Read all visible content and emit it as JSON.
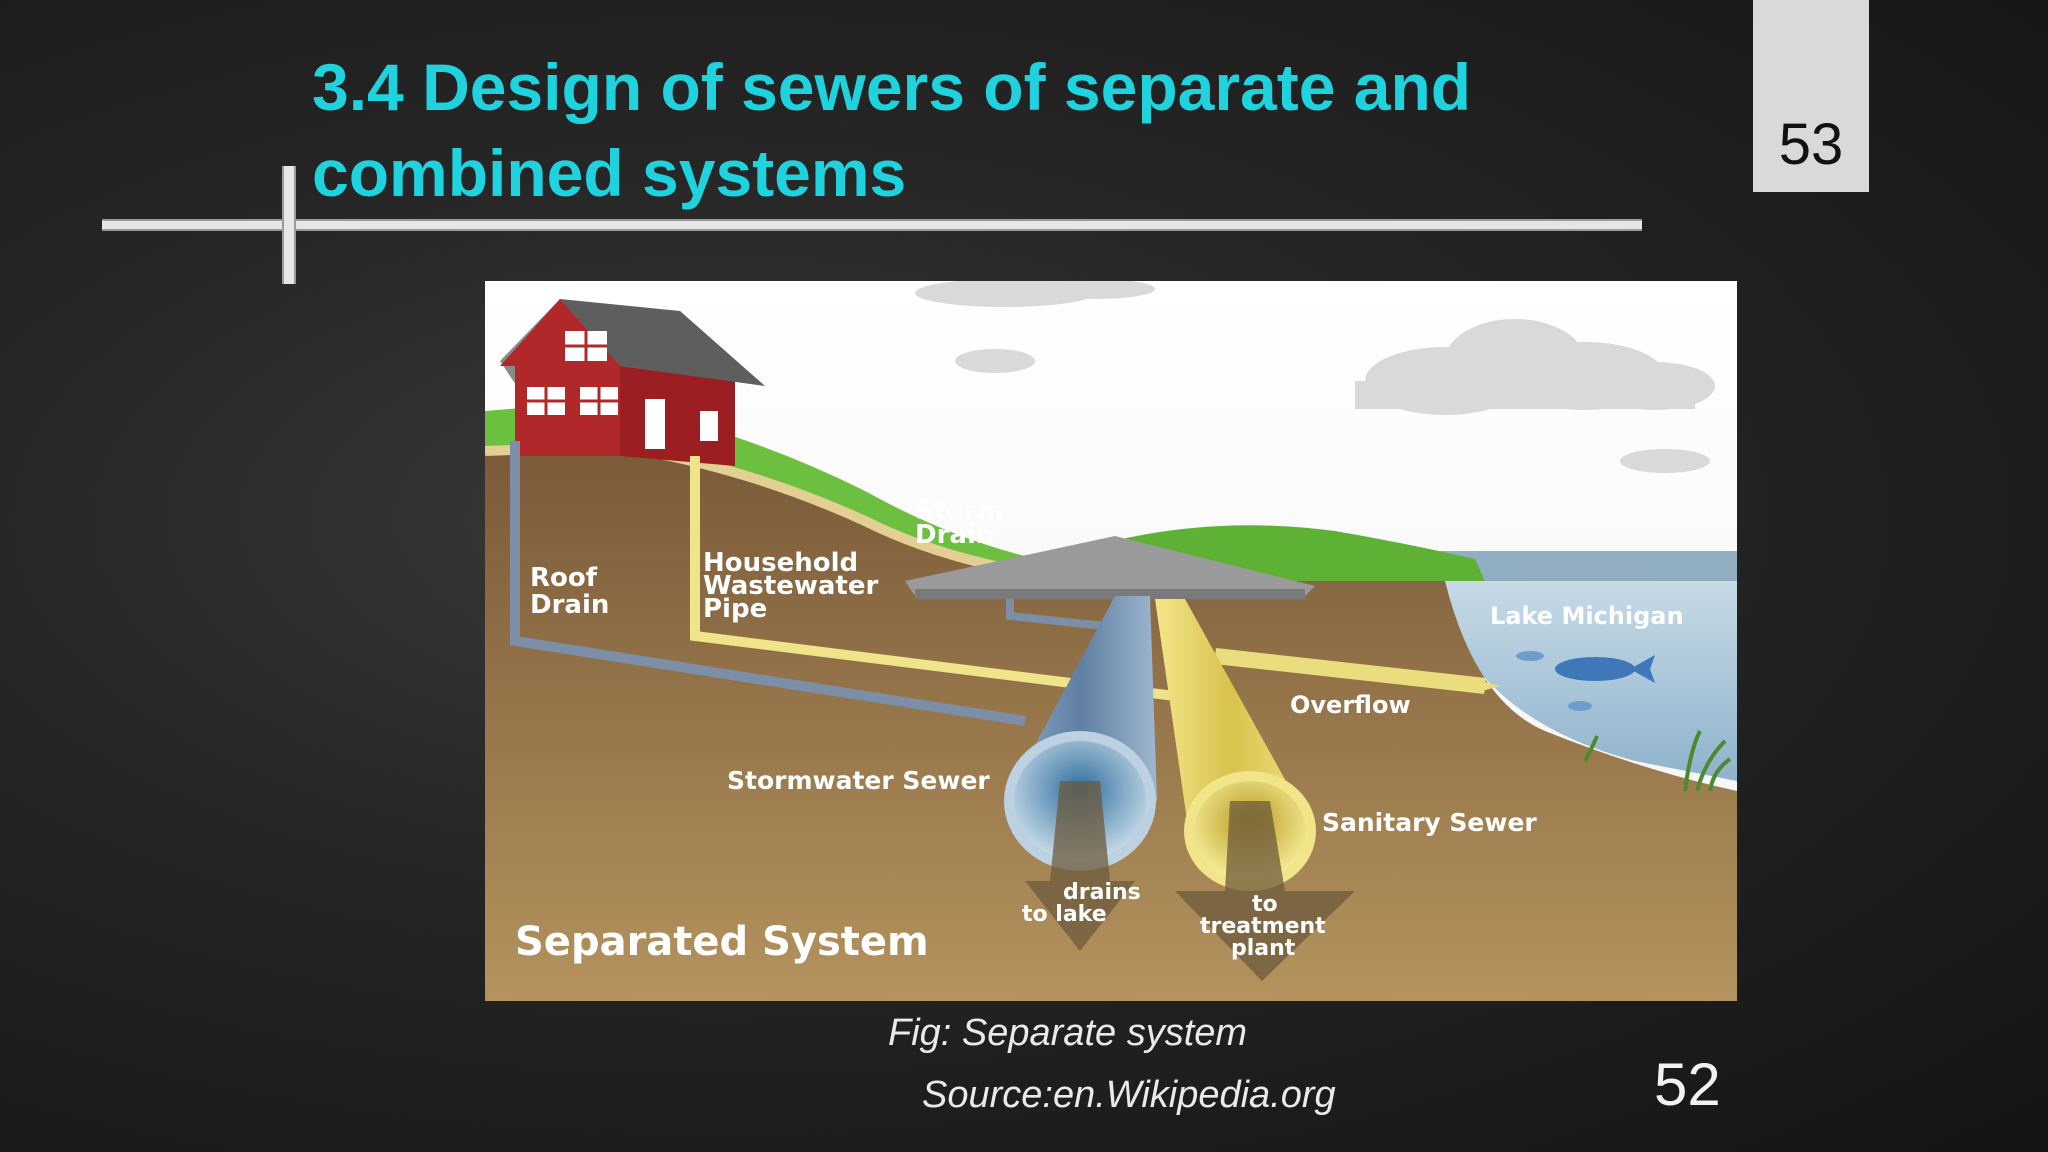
{
  "slide": {
    "title_line1": "3.4 Design of sewers of separate and",
    "title_line2": "combined systems",
    "page_box_number": "53",
    "page_number": "52",
    "caption": "Fig: Separate system",
    "source": "Source:en.Wikipedia.org"
  },
  "figure": {
    "labels": {
      "roof_drain_1": "Roof",
      "roof_drain_2": "Drain",
      "household_1": "Household",
      "household_2": "Wastewater",
      "household_3": "Pipe",
      "storm_drain_1": "Storm",
      "storm_drain_2": "Drain",
      "lake": "Lake Michigan",
      "overflow": "Overflow",
      "stormwater_sewer": "Stormwater Sewer",
      "sanitary_sewer": "Sanitary Sewer",
      "drains_1": "drains",
      "drains_2": "to lake",
      "treatment_1": "to",
      "treatment_2": "treatment",
      "treatment_3": "plant",
      "system_title": "Separated System"
    }
  },
  "colors": {
    "title": "#1ed3de",
    "stormwater_pipe": "#7f9bb8",
    "sanitary_pipe": "#e6d56a",
    "soil": "#8a6a45",
    "grass": "#6cbf3f",
    "lake": "#a9c8dc",
    "house": "#b0282a"
  }
}
